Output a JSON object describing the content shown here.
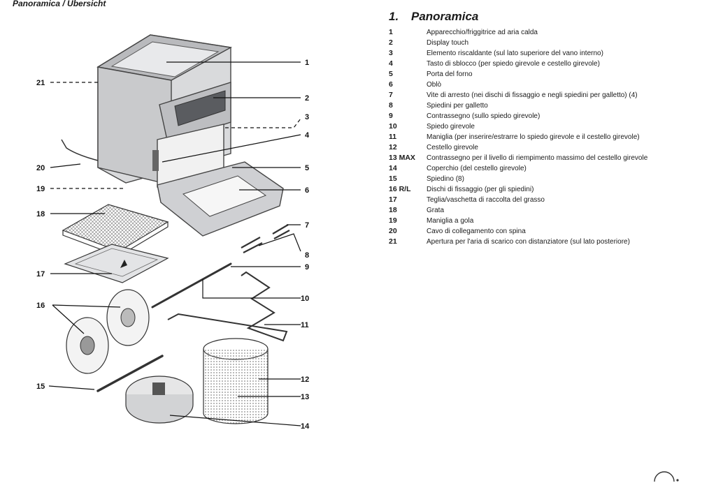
{
  "header": "Panoramica / Übersicht",
  "section": {
    "number": "1.",
    "title": "Panoramica"
  },
  "legend": [
    {
      "num": "1",
      "text": "Apparecchio/friggitrice ad aria calda"
    },
    {
      "num": "2",
      "text": "Display touch"
    },
    {
      "num": "3",
      "text": "Elemento riscaldante (sul lato superiore del vano interno)"
    },
    {
      "num": "4",
      "text": "Tasto di sblocco (per spiedo girevole e cestello girevole)"
    },
    {
      "num": "5",
      "text": "Porta del forno"
    },
    {
      "num": "6",
      "text": "Oblò"
    },
    {
      "num": "7",
      "text": "Vite di arresto (nei dischi di fissaggio e negli spiedini per galletto) (4)"
    },
    {
      "num": "8",
      "text": "Spiedini per galletto"
    },
    {
      "num": "9",
      "text": "Contrassegno (sullo spiedo girevole)"
    },
    {
      "num": "10",
      "text": "Spiedo girevole"
    },
    {
      "num": "11",
      "text": "Maniglia (per inserire/estrarre lo spiedo girevole e il cestello girevole)"
    },
    {
      "num": "12",
      "text": "Cestello girevole"
    },
    {
      "num": "13 MAX",
      "text": "Contrassegno per il livello di riempimento massimo del cestello girevole"
    },
    {
      "num": "14",
      "text": "Coperchio (del cestello girevole)"
    },
    {
      "num": "15",
      "text": "Spiedino (8)"
    },
    {
      "num": "16 R/L",
      "text": "Dischi di fissaggio (per gli spiedini)"
    },
    {
      "num": "17",
      "text": "Teglia/vaschetta di raccolta del grasso"
    },
    {
      "num": "18",
      "text": "Grata"
    },
    {
      "num": "19",
      "text": "Maniglia a gola"
    },
    {
      "num": "20",
      "text": "Cavo di collegamento con spina"
    },
    {
      "num": "21",
      "text": "Apertura per l'aria di scarico con distanziatore (sul lato posteriore)"
    }
  ],
  "callouts": [
    "1",
    "2",
    "3",
    "4",
    "5",
    "6",
    "7",
    "8",
    "9",
    "10",
    "11",
    "12",
    "13",
    "14",
    "15",
    "16",
    "17",
    "18",
    "19",
    "20",
    "21"
  ]
}
